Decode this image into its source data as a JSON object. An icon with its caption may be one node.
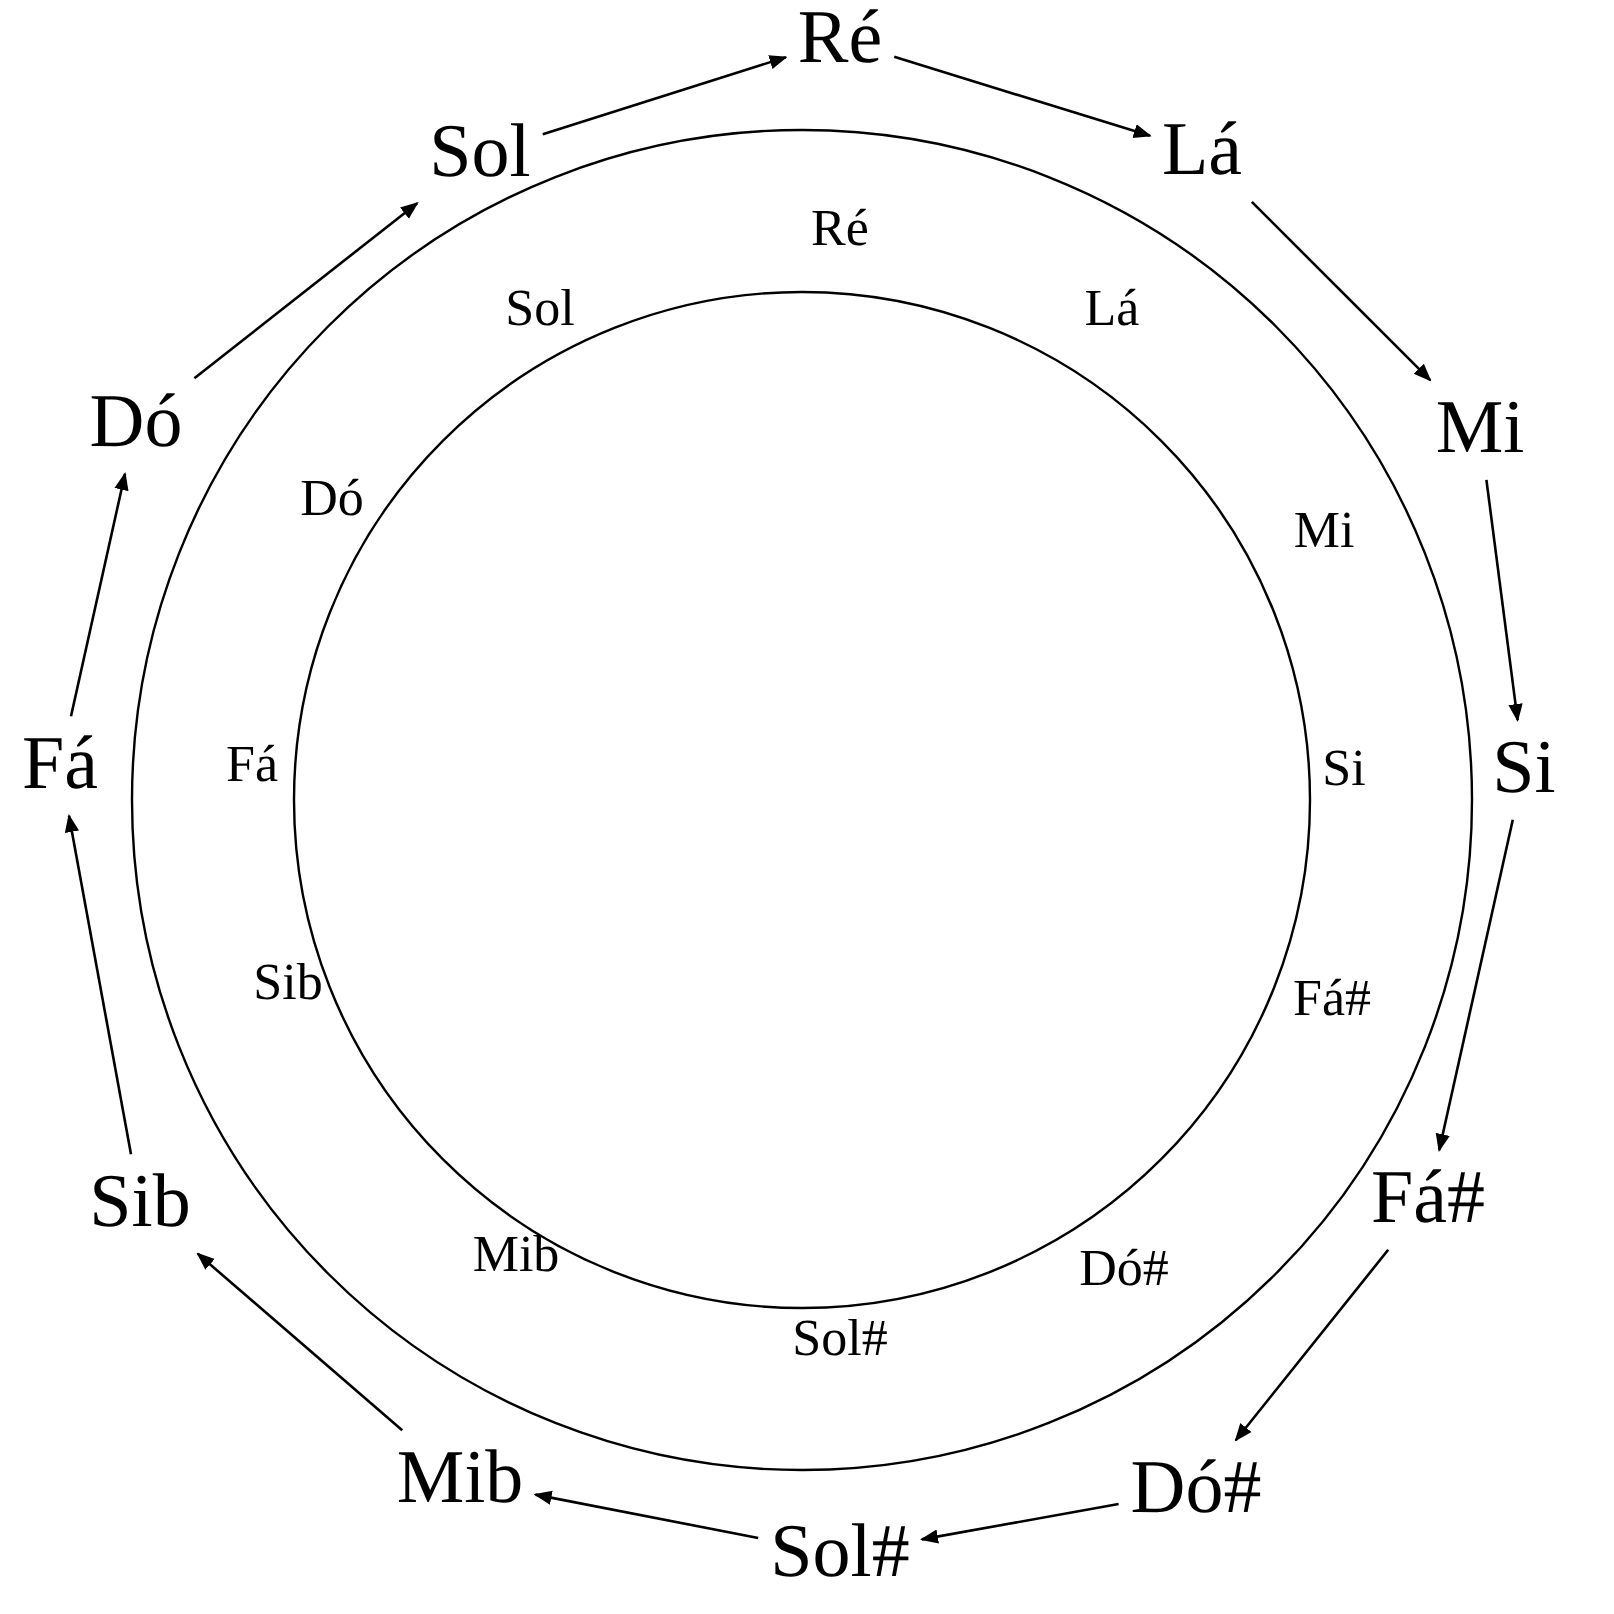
{
  "diagram": {
    "nodes": [
      {
        "text": [
          "Ré"
        ]
      },
      {
        "text": [
          "Lá"
        ]
      },
      {
        "text": [
          "Mi"
        ]
      },
      {
        "text": [
          "Si"
        ]
      },
      {
        "text": [
          "Fá#"
        ]
      },
      {
        "text": [
          "Dó#"
        ]
      },
      {
        "text": [
          "Sol#"
        ]
      },
      {
        "text": [
          "Mib"
        ]
      },
      {
        "text": [
          "Sib"
        ]
      },
      {
        "text": [
          "Fá"
        ]
      },
      {
        "text": [
          "Dó"
        ]
      },
      {
        "text": [
          "Sol"
        ]
      }
    ],
    "edges": [
      {
        "from": 11,
        "to": 0,
        "arrow": "to"
      },
      {
        "from": 0,
        "to": 1,
        "arrow": "to"
      },
      {
        "from": 1,
        "to": 2,
        "arrow": "to"
      },
      {
        "from": 2,
        "to": 3,
        "arrow": "to"
      },
      {
        "from": 3,
        "to": 4,
        "arrow": "to"
      },
      {
        "from": 4,
        "to": 5,
        "arrow": "to"
      },
      {
        "from": 5,
        "to": 6,
        "arrow": "to"
      },
      {
        "from": 6,
        "to": 7,
        "arrow": "to"
      },
      {
        "from": 7,
        "to": 8,
        "arrow": "to"
      },
      {
        "from": 8,
        "to": 9,
        "arrow": "to"
      },
      {
        "from": 9,
        "to": 10,
        "arrow": "to"
      },
      {
        "from": 10,
        "to": 11,
        "arrow": "to"
      }
    ],
    "labels": [
      "Ré",
      "Lá",
      "Mi",
      "Si",
      "Fá#",
      "Dó#",
      "Sol#",
      "Mib",
      "Sib",
      "Fá",
      "Dó",
      "Sol"
    ]
  }
}
